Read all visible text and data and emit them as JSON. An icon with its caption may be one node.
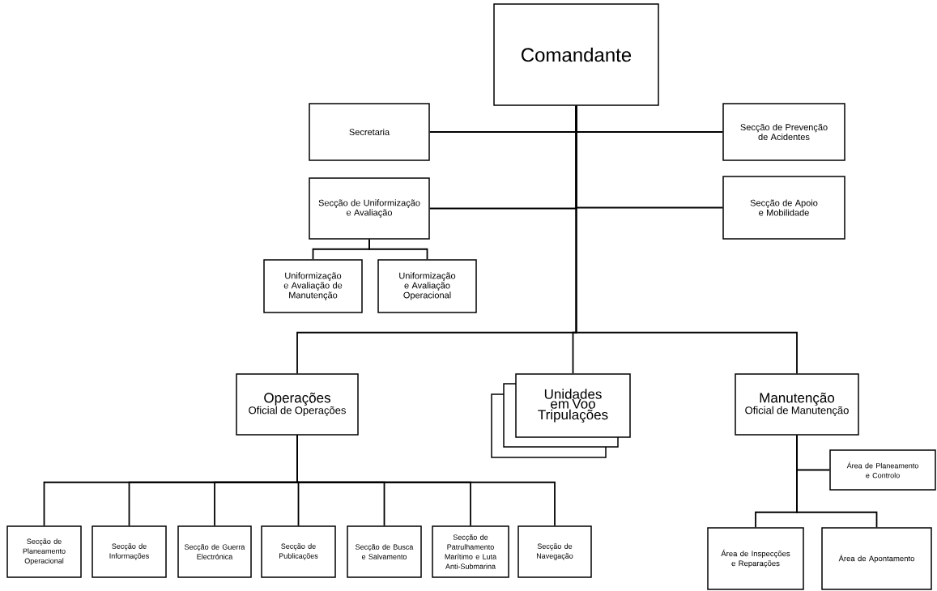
{
  "diagram": {
    "nodes": [
      {
        "text": [
          "Comandante"
        ]
      },
      {
        "text": [
          "Secretaria"
        ]
      },
      {
        "text": [
          "Secção de Prevenção de Acidentes"
        ]
      },
      {
        "text": [
          "Secção de Uniformização e Avaliação"
        ]
      },
      {
        "text": [
          "Uniformização e Avaliação de Manutenção"
        ]
      },
      {
        "text": [
          "Uniformização e Avaliação Operacional"
        ]
      },
      {
        "text": [
          "Secção de Apoio e Mobilidade"
        ]
      },
      {
        "text": [
          "Operações",
          "Oficial de Operações"
        ]
      },
      {
        "text": [
          "Unidades em Voo",
          "Tripulações"
        ]
      },
      {
        "text": [
          "Manutenção",
          "Oficial de Manutenção"
        ]
      },
      {
        "text": [
          "Área de Planeamento e Controlo"
        ]
      },
      {
        "text": [
          "Secção de Planeamento Operacional"
        ]
      },
      {
        "text": [
          "Secção de Informações"
        ]
      },
      {
        "text": [
          "Secção de Guerra Electrónica"
        ]
      },
      {
        "text": [
          "Secção de Publicações"
        ]
      },
      {
        "text": [
          "Secção de Busca e Salvamento"
        ]
      },
      {
        "text": [
          "Secção de Patrulhamento Marítimo e Luta Anti-Submarina"
        ]
      },
      {
        "text": [
          "Secção de Navegação"
        ]
      },
      {
        "text": [
          "Área de Inspecções e Reparações"
        ]
      },
      {
        "text": [
          "Área de Apontamento"
        ]
      }
    ],
    "edges": [
      {
        "from": 0,
        "to": 1,
        "arrow": "none"
      },
      {
        "from": 0,
        "to": 2,
        "arrow": "none"
      },
      {
        "from": 0,
        "to": 3,
        "arrow": "none"
      },
      {
        "from": 0,
        "to": 6,
        "arrow": "none"
      },
      {
        "from": 3,
        "to": 4,
        "arrow": "none"
      },
      {
        "from": 3,
        "to": 5,
        "arrow": "none"
      },
      {
        "from": 0,
        "to": 7,
        "arrow": "none"
      },
      {
        "from": 0,
        "to": 8,
        "arrow": "none"
      },
      {
        "from": 0,
        "to": 9,
        "arrow": "none"
      },
      {
        "from": 9,
        "to": 10,
        "arrow": "none"
      },
      {
        "from": 7,
        "to": 11,
        "arrow": "none"
      },
      {
        "from": 7,
        "to": 12,
        "arrow": "none"
      },
      {
        "from": 7,
        "to": 13,
        "arrow": "none"
      },
      {
        "from": 7,
        "to": 14,
        "arrow": "none"
      },
      {
        "from": 7,
        "to": 15,
        "arrow": "none"
      },
      {
        "from": 7,
        "to": 16,
        "arrow": "none"
      },
      {
        "from": 7,
        "to": 17,
        "arrow": "none"
      },
      {
        "from": 9,
        "to": 18,
        "arrow": "none"
      },
      {
        "from": 9,
        "to": 19,
        "arrow": "none"
      }
    ]
  }
}
